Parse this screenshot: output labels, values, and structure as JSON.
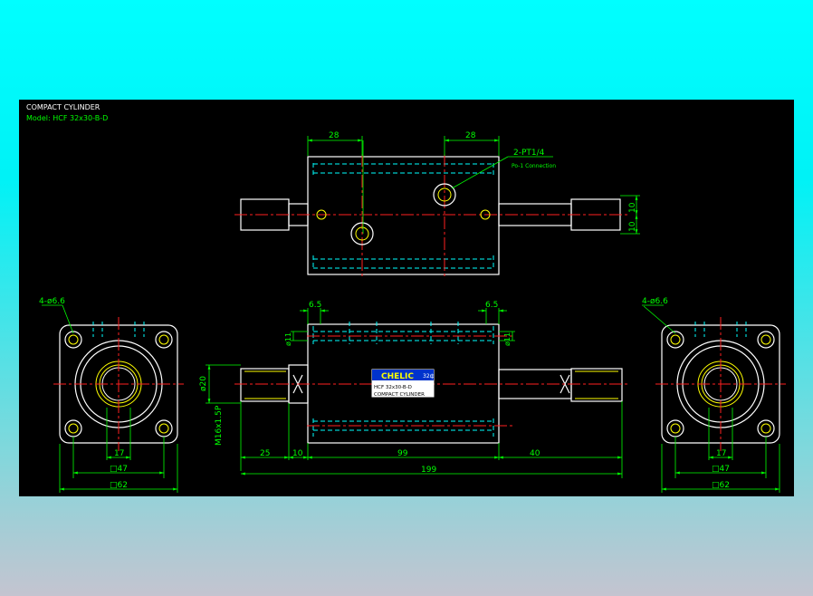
{
  "title": {
    "line1": "COMPACT CYLINDER",
    "line2": "Model: HCF 32x30-B-D"
  },
  "colors": {
    "background_gradient_top": "#00ffff",
    "background_gradient_bottom": "#c4c4d0",
    "canvas": "#000000",
    "outline": "#ffffff",
    "hidden": "#00ffff",
    "centerline": "#ff2020",
    "dimension": "#00ff00",
    "hatch": "#ffff00",
    "label_plate": "#0033cc"
  },
  "top_view": {
    "dim_left": "28",
    "dim_right": "28",
    "port_callout": "2-PT1/4",
    "port_note": "Po-1 Connection",
    "dim_side_1": "10",
    "dim_side_2": "10"
  },
  "left_view": {
    "holes": "4-ø6.6",
    "dim_inner": "17",
    "dim_mid": "□47",
    "dim_outer": "□62"
  },
  "front_view": {
    "dim_left_top": "6.5",
    "dim_right_top": "6.5",
    "dim_dia_left": "ø11",
    "dim_dia_right": "ø11",
    "dim_rod": "ø20",
    "thread": "M16x1.5P",
    "dim_25": "25",
    "dim_10": "10",
    "dim_99": "99",
    "dim_40": "40",
    "dim_199": "199",
    "plate_brand": "CHELIC",
    "plate_brand_sub": "32ф",
    "plate_model": "HCF 32x30-B-D",
    "plate_name": "COMPACT CYLINDER"
  },
  "right_view": {
    "holes": "4-ø6.6",
    "dim_inner": "17",
    "dim_mid": "□47",
    "dim_outer": "□62"
  }
}
